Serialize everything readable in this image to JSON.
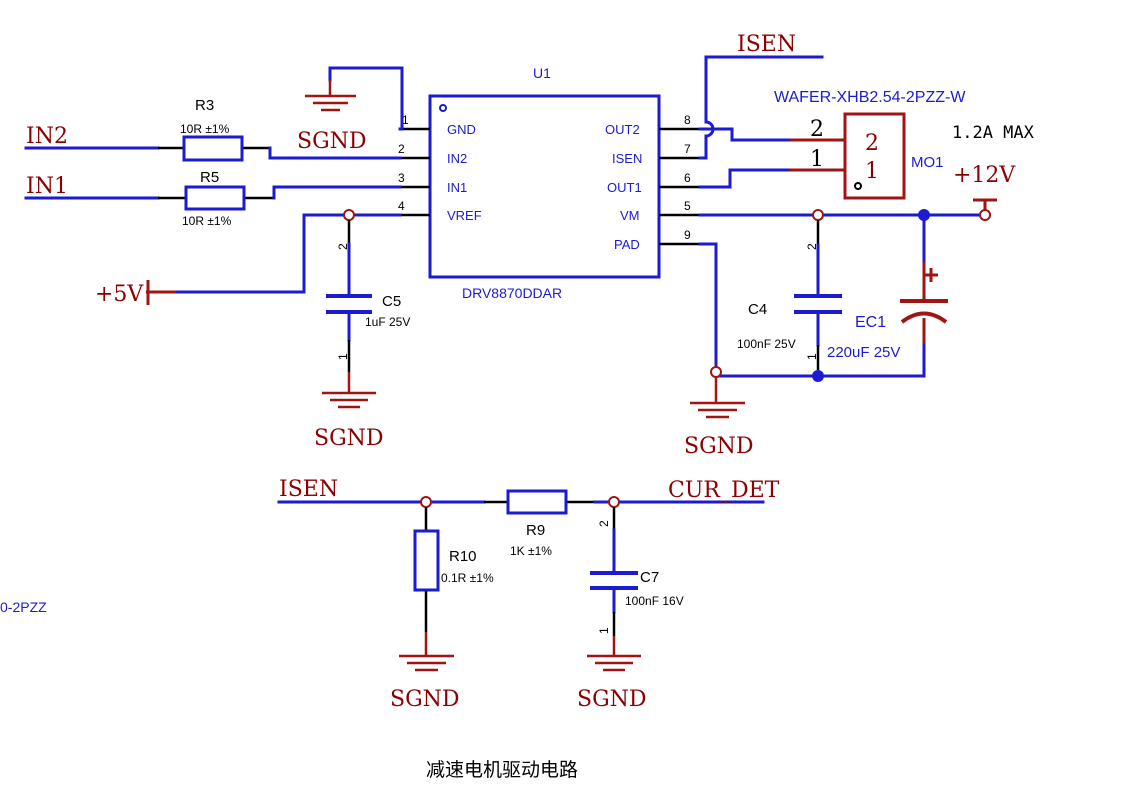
{
  "ic": {
    "ref": "U1",
    "part": "DRV8870DDAR",
    "pins": [
      {
        "num": "1",
        "name": "GND"
      },
      {
        "num": "2",
        "name": "IN2"
      },
      {
        "num": "3",
        "name": "IN1"
      },
      {
        "num": "4",
        "name": "VREF"
      },
      {
        "num": "8",
        "name": "OUT2"
      },
      {
        "num": "7",
        "name": "ISEN"
      },
      {
        "num": "6",
        "name": "OUT1"
      },
      {
        "num": "5",
        "name": "VM"
      },
      {
        "num": "9",
        "name": "PAD"
      }
    ]
  },
  "resistors": [
    {
      "ref": "R3",
      "value": "10R ±1%"
    },
    {
      "ref": "R5",
      "value": "10R ±1%"
    },
    {
      "ref": "R9",
      "value": "1K ±1%"
    },
    {
      "ref": "R10",
      "value": "0.1R ±1%"
    }
  ],
  "capacitors": [
    {
      "ref": "C5",
      "value": "1uF 25V"
    },
    {
      "ref": "C4",
      "value": "100nF 25V"
    },
    {
      "ref": "EC1",
      "value": "220uF 25V"
    },
    {
      "ref": "C7",
      "value": "100nF 16V"
    }
  ],
  "connector": {
    "ref": "MO1",
    "part": "WAFER-XHB2.54-2PZZ-W",
    "pin2": "2",
    "pin1": "1",
    "rating": "1.2A MAX"
  },
  "nets": {
    "in2": "IN2",
    "in1": "IN1",
    "vcc5": "+5V",
    "vcc12": "+12V",
    "isen_top": "ISEN",
    "isen_bottom": "ISEN",
    "cur_det": "CUR_DET",
    "sgnd": "SGND"
  },
  "cap_pins": {
    "p1": "1",
    "p2": "2"
  },
  "partial_label": "0-2PZZ",
  "caption": "减速电机驱动电路"
}
